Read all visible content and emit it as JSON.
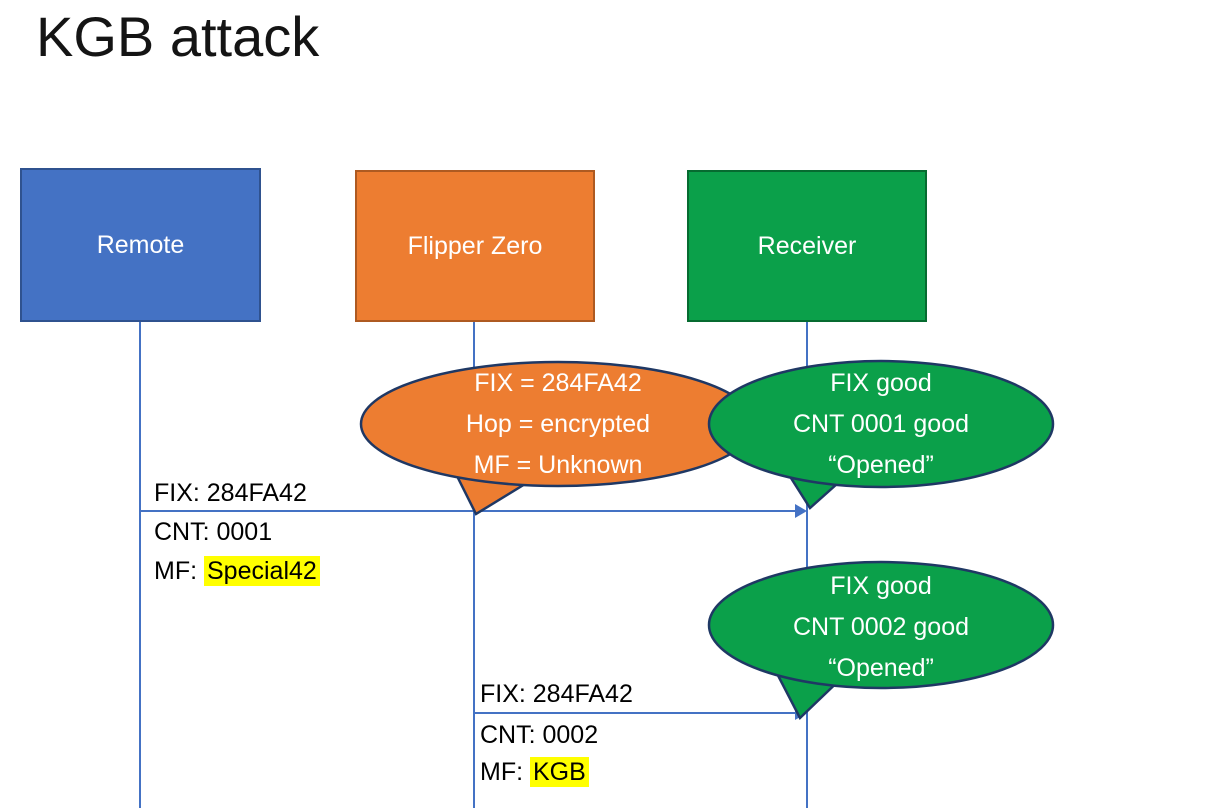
{
  "title": "KGB attack",
  "colors": {
    "remote_fill": "#4472C4",
    "remote_border": "#2F528F",
    "flipper_fill": "#ED7D31",
    "flipper_border": "#AE5A21",
    "receiver_fill": "#0BA04A",
    "receiver_border": "#066B30",
    "bubble_outline": "#1F3864",
    "connector_line": "#4472C4",
    "highlight": "#FFFF00",
    "label_text": "#000000",
    "shape_text": "#FFFFFF"
  },
  "actors": [
    {
      "label": "Remote"
    },
    {
      "label": "Flipper Zero"
    },
    {
      "label": "Receiver"
    }
  ],
  "bubbles": [
    {
      "owner": "flipper-zero",
      "lines": [
        "FIX = 284FA42",
        "Hop = encrypted",
        "MF = Unknown"
      ]
    },
    {
      "owner": "receiver",
      "lines": [
        "FIX good",
        "CNT 0001 good",
        "“Opened”"
      ]
    },
    {
      "owner": "receiver",
      "lines": [
        "FIX good",
        "CNT 0002 good",
        "“Opened”"
      ]
    }
  ],
  "messages": [
    {
      "from": "Remote",
      "to": "Receiver",
      "fix": "FIX: 284FA42",
      "cnt": "CNT: 0001",
      "mf_prefix": "MF: ",
      "mf_value": "Special42"
    },
    {
      "from": "Flipper Zero",
      "to": "Receiver",
      "fix": "FIX: 284FA42",
      "cnt": "CNT: 0002",
      "mf_prefix": "MF: ",
      "mf_value": "KGB"
    }
  ]
}
